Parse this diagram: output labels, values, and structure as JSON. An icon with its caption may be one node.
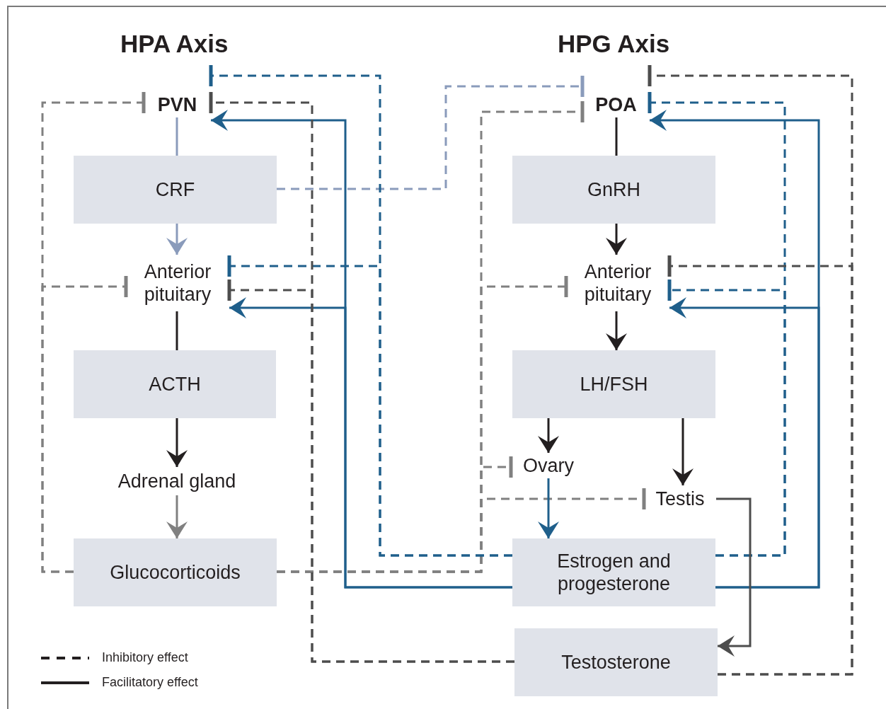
{
  "diagram": {
    "nodes": [
      {
        "text": [
          "PVN"
        ]
      },
      {
        "text": [
          "CRF"
        ]
      },
      {
        "text": [
          "Anterior pituitary"
        ]
      },
      {
        "text": [
          "ACTH"
        ]
      },
      {
        "text": [
          "Adrenal gland"
        ]
      },
      {
        "text": [
          "Glucocorticoids"
        ]
      },
      {
        "text": [
          "POA"
        ]
      },
      {
        "text": [
          "GnRH"
        ]
      },
      {
        "text": [
          "Anterior pituitary"
        ]
      },
      {
        "text": [
          "LH/FSH"
        ]
      },
      {
        "text": [
          "Ovary"
        ]
      },
      {
        "text": [
          "Testis"
        ]
      },
      {
        "text": [
          "Estrogen and progesterone"
        ]
      },
      {
        "text": [
          "Testosterone"
        ]
      }
    ],
    "edges": [
      {
        "from": 0,
        "to": 1,
        "arrow": "none",
        "color": "#8a9bbb"
      },
      {
        "from": 1,
        "to": 2,
        "arrow": "to",
        "color": "#8a9bbb"
      },
      {
        "from": 2,
        "to": 3,
        "arrow": "none",
        "color": "#231f20"
      },
      {
        "from": 3,
        "to": 4,
        "arrow": "to",
        "color": "#231f20"
      },
      {
        "from": 4,
        "to": 5,
        "arrow": "to",
        "color": "#808080"
      },
      {
        "from": 5,
        "to": 0,
        "arrow": "other",
        "style": "dashed",
        "color": "#808080"
      },
      {
        "from": 5,
        "to": 2,
        "arrow": "other",
        "style": "dashed",
        "color": "#808080"
      },
      {
        "from": 5,
        "to": 6,
        "arrow": "other",
        "style": "dashed",
        "color": "#808080"
      },
      {
        "from": 5,
        "to": 8,
        "arrow": "other",
        "style": "dashed",
        "color": "#808080"
      },
      {
        "from": 5,
        "to": 10,
        "arrow": "other",
        "style": "dashed",
        "color": "#808080"
      },
      {
        "from": 5,
        "to": 11,
        "arrow": "other",
        "style": "dashed",
        "color": "#808080"
      },
      {
        "from": 1,
        "to": 6,
        "arrow": "other",
        "style": "dashed",
        "color": "#8a9bbb"
      },
      {
        "from": 12,
        "to": 0,
        "arrow": "to",
        "color": "#1f5f8b"
      },
      {
        "from": 12,
        "to": 2,
        "arrow": "to",
        "color": "#1f5f8b"
      },
      {
        "from": 12,
        "to": 6,
        "arrow": "to",
        "color": "#1f5f8b"
      },
      {
        "from": 12,
        "to": 8,
        "arrow": "to",
        "color": "#1f5f8b"
      },
      {
        "from": 12,
        "to": 0,
        "arrow": "other",
        "style": "dashed",
        "color": "#1f5f8b"
      },
      {
        "from": 12,
        "to": 2,
        "arrow": "other",
        "style": "dashed",
        "color": "#1f5f8b"
      },
      {
        "from": 12,
        "to": 6,
        "arrow": "other",
        "style": "dashed",
        "color": "#1f5f8b"
      },
      {
        "from": 12,
        "to": 8,
        "arrow": "other",
        "style": "dashed",
        "color": "#1f5f8b"
      },
      {
        "from": 13,
        "to": 0,
        "arrow": "other",
        "style": "dashed",
        "color": "#4d4d4d"
      },
      {
        "from": 13,
        "to": 2,
        "arrow": "other",
        "style": "dashed",
        "color": "#4d4d4d"
      },
      {
        "from": 13,
        "to": 6,
        "arrow": "other",
        "style": "dashed",
        "color": "#4d4d4d"
      },
      {
        "from": 13,
        "to": 8,
        "arrow": "other",
        "style": "dashed",
        "color": "#4d4d4d"
      },
      {
        "from": 6,
        "to": 7,
        "arrow": "none",
        "color": "#231f20"
      },
      {
        "from": 7,
        "to": 8,
        "arrow": "to",
        "color": "#231f20"
      },
      {
        "from": 8,
        "to": 9,
        "arrow": "to",
        "color": "#231f20"
      },
      {
        "from": 9,
        "to": 10,
        "arrow": "to",
        "color": "#231f20"
      },
      {
        "from": 9,
        "to": 11,
        "arrow": "to",
        "color": "#231f20"
      },
      {
        "from": 10,
        "to": 12,
        "arrow": "to",
        "color": "#1f5f8b"
      },
      {
        "from": 11,
        "to": 13,
        "arrow": "to",
        "color": "#4d4d4d"
      }
    ],
    "labels": [
      "HPA Axis",
      "HPG Axis"
    ],
    "legend": [
      {
        "text": "Inhibitory effect"
      },
      {
        "text": "Facilitatory effect"
      }
    ]
  }
}
